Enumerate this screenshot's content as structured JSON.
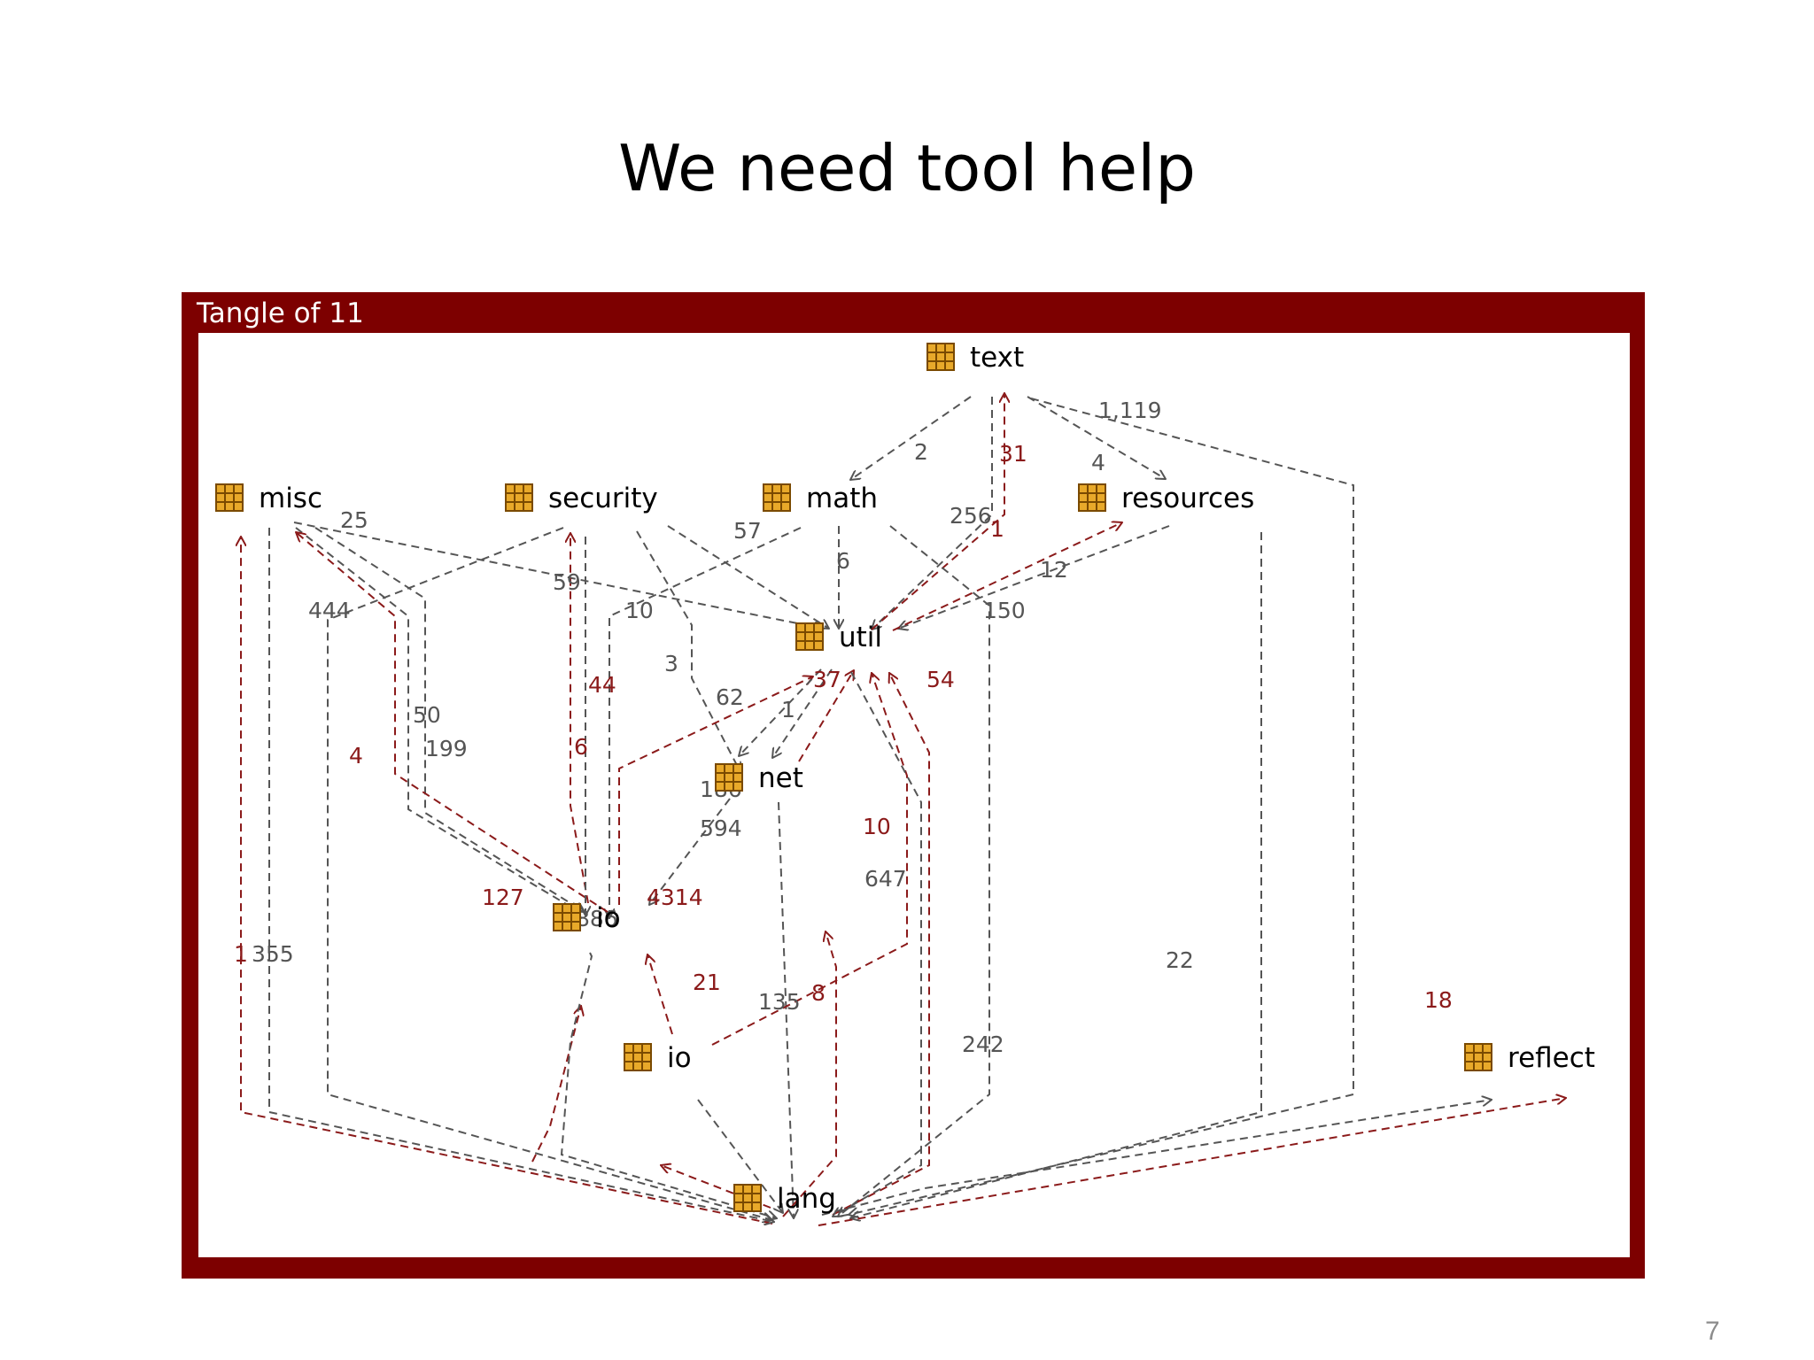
{
  "slide": {
    "title": "We need tool help",
    "page_number": "7"
  },
  "panel": {
    "title": "Tangle of 11"
  },
  "colors": {
    "dependency": "#555555",
    "cycle": "#8b1a1a",
    "frame": "#7d0000",
    "package_icon": "#e8a92a"
  },
  "nodes": [
    {
      "id": "text",
      "label": "text"
    },
    {
      "id": "misc",
      "label": "misc"
    },
    {
      "id": "security",
      "label": "security"
    },
    {
      "id": "math",
      "label": "math"
    },
    {
      "id": "resources",
      "label": "resources"
    },
    {
      "id": "util",
      "label": "util"
    },
    {
      "id": "net",
      "label": "net"
    },
    {
      "id": "io",
      "label": "io"
    },
    {
      "id": "io2",
      "label": "io"
    },
    {
      "id": "reflect",
      "label": "reflect"
    },
    {
      "id": "lang",
      "label": "lang"
    }
  ],
  "edges": [
    {
      "from": "text",
      "to": "math",
      "count": "2",
      "kind": "dependency"
    },
    {
      "from": "text",
      "to": "resources",
      "count": "4",
      "kind": "dependency"
    },
    {
      "from": "text",
      "to": "util",
      "count": "256",
      "kind": "dependency"
    },
    {
      "from": "text",
      "to": "lang",
      "count": "1,119",
      "kind": "dependency"
    },
    {
      "from": "util",
      "to": "text",
      "count": "31",
      "kind": "cycle"
    },
    {
      "from": "misc",
      "to": "util",
      "count": "25",
      "kind": "dependency"
    },
    {
      "from": "security",
      "to": "util",
      "count": "57",
      "kind": "dependency"
    },
    {
      "from": "math",
      "to": "util",
      "count": "6",
      "kind": "dependency"
    },
    {
      "from": "resources",
      "to": "util",
      "count": "12",
      "kind": "dependency"
    },
    {
      "from": "util",
      "to": "resources",
      "count": "1",
      "kind": "cycle"
    },
    {
      "from": "math",
      "to": "lang",
      "count": "150",
      "kind": "dependency"
    },
    {
      "from": "security",
      "to": "lang",
      "count": "444",
      "kind": "dependency"
    },
    {
      "from": "math",
      "to": "io",
      "count": "10",
      "kind": "dependency"
    },
    {
      "from": "security",
      "to": "net",
      "count": "3",
      "kind": "dependency"
    },
    {
      "from": "misc",
      "to": "io",
      "count": "50",
      "kind": "dependency"
    },
    {
      "from": "misc",
      "to": "io",
      "count": "199",
      "kind": "dependency"
    },
    {
      "from": "io",
      "to": "misc",
      "count": "4",
      "kind": "cycle"
    },
    {
      "from": "io",
      "to": "security",
      "count": "6",
      "kind": "cycle"
    },
    {
      "from": "security",
      "to": "io",
      "count": "59",
      "kind": "dependency"
    },
    {
      "from": "io",
      "to": "util",
      "count": "44",
      "kind": "cycle"
    },
    {
      "from": "util",
      "to": "net",
      "count": "62",
      "kind": "dependency"
    },
    {
      "from": "util",
      "to": "net",
      "count": "1",
      "kind": "dependency"
    },
    {
      "from": "net",
      "to": "util",
      "count": "37",
      "kind": "cycle"
    },
    {
      "from": "lang",
      "to": "util",
      "count": "54",
      "kind": "cycle"
    },
    {
      "from": "net",
      "to": "io",
      "count": "186",
      "kind": "dependency"
    },
    {
      "from": "net",
      "to": "lang",
      "count": "594",
      "kind": "dependency"
    },
    {
      "from": "io2",
      "to": "util",
      "count": "10",
      "kind": "cycle"
    },
    {
      "from": "util",
      "to": "lang",
      "count": "647",
      "kind": "dependency"
    },
    {
      "from": "io2",
      "to": "io",
      "count": "4314",
      "kind": "cycle"
    },
    {
      "from": "lang",
      "to": "io",
      "count": "127",
      "kind": "cycle"
    },
    {
      "from": "io",
      "to": "lang",
      "count": "886",
      "kind": "dependency"
    },
    {
      "from": "lang",
      "to": "misc",
      "count": "1",
      "kind": "cycle"
    },
    {
      "from": "misc",
      "to": "lang",
      "count": "355",
      "kind": "dependency"
    },
    {
      "from": "lang",
      "to": "io2",
      "count": "21",
      "kind": "cycle"
    },
    {
      "from": "io2",
      "to": "lang",
      "count": "135",
      "kind": "dependency"
    },
    {
      "from": "lang",
      "to": "net",
      "count": "8",
      "kind": "cycle"
    },
    {
      "from": "resources",
      "to": "lang",
      "count": "22",
      "kind": "dependency"
    },
    {
      "from": "lang",
      "to": "reflect",
      "count": "18",
      "kind": "cycle"
    },
    {
      "from": "util",
      "to": "lang",
      "count": "242",
      "kind": "dependency"
    }
  ]
}
